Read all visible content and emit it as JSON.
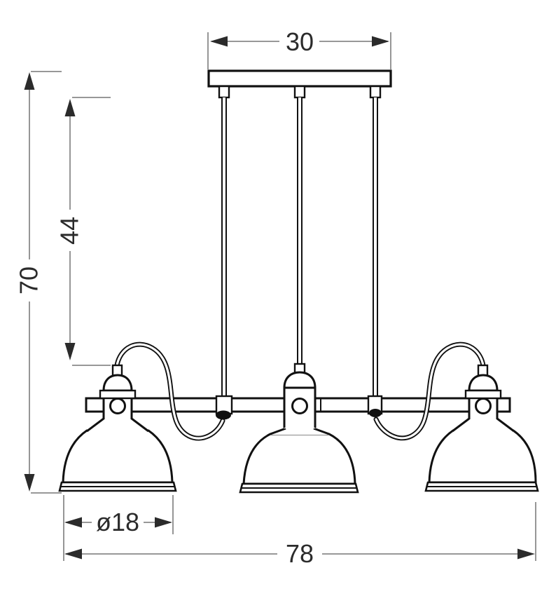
{
  "drawing": {
    "type": "technical-dimension-drawing",
    "subject": "three-shade pendant lamp",
    "units_shown": "centimeters (implied)",
    "dimensions": {
      "canopy_width": {
        "label": "30"
      },
      "total_height": {
        "label": "70"
      },
      "suspension_length": {
        "label": "44"
      },
      "shade_diameter": {
        "label": "ø18"
      },
      "total_width": {
        "label": "78"
      }
    },
    "colors": {
      "background": "#ffffff",
      "outline": "#111111",
      "dimension_line": "#8a8a8a",
      "dimension_arrow": "#2b2b2b",
      "dimension_text": "#2b2b2b"
    }
  }
}
